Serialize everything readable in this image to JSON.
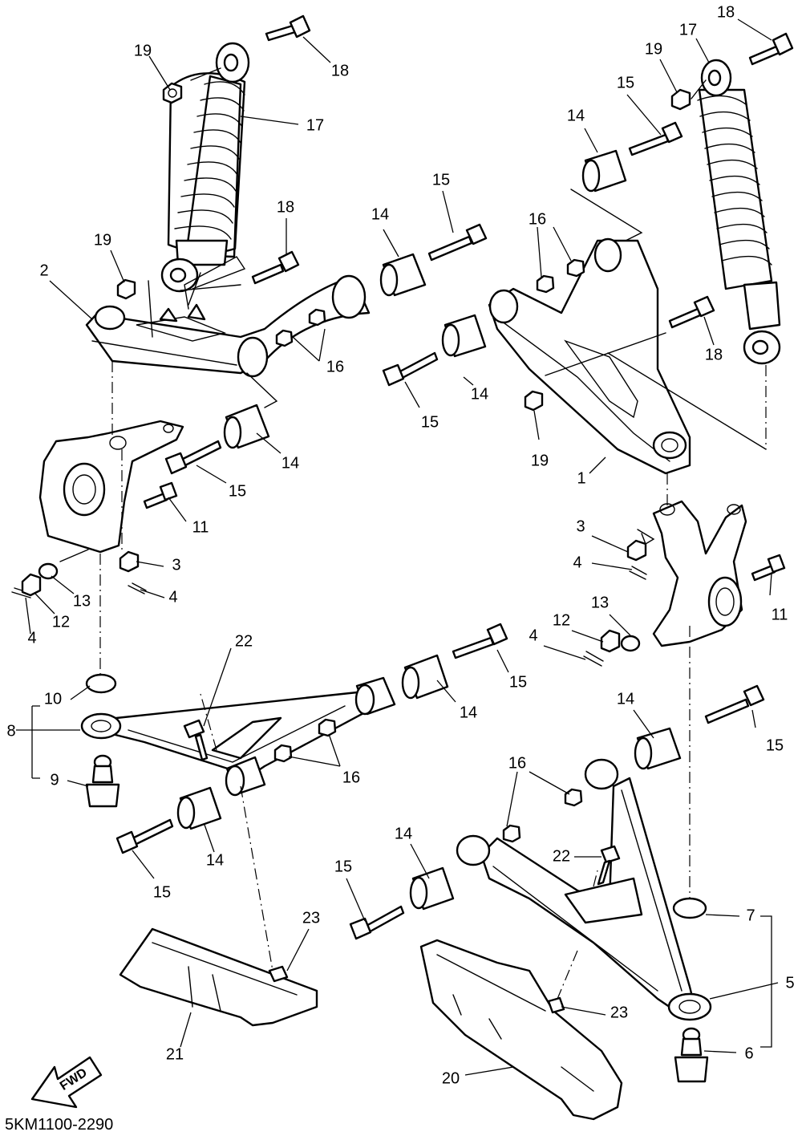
{
  "diagram_code": "5KM1100-2290",
  "fwd_label": "FWD",
  "callouts": [
    {
      "id": "c19a",
      "text": "19"
    },
    {
      "id": "c18a",
      "text": "18"
    },
    {
      "id": "c17a",
      "text": "17"
    },
    {
      "id": "c18b",
      "text": "18"
    },
    {
      "id": "c19b",
      "text": "19"
    },
    {
      "id": "c2",
      "text": "2"
    },
    {
      "id": "c14a",
      "text": "14"
    },
    {
      "id": "c15a",
      "text": "15"
    },
    {
      "id": "c16a",
      "text": "16"
    },
    {
      "id": "c14b",
      "text": "14"
    },
    {
      "id": "c15b",
      "text": "15"
    },
    {
      "id": "c11a",
      "text": "11"
    },
    {
      "id": "c3a",
      "text": "3"
    },
    {
      "id": "c4a",
      "text": "4"
    },
    {
      "id": "c13a",
      "text": "13"
    },
    {
      "id": "c12a",
      "text": "12"
    },
    {
      "id": "c4b",
      "text": "4"
    },
    {
      "id": "c22a",
      "text": "22"
    },
    {
      "id": "c10",
      "text": "10"
    },
    {
      "id": "c8",
      "text": "8"
    },
    {
      "id": "c9",
      "text": "9"
    },
    {
      "id": "c15c",
      "text": "15"
    },
    {
      "id": "c14c",
      "text": "14"
    },
    {
      "id": "c16b",
      "text": "16"
    },
    {
      "id": "c14d",
      "text": "14"
    },
    {
      "id": "c15d",
      "text": "15"
    },
    {
      "id": "c23a",
      "text": "23"
    },
    {
      "id": "c21",
      "text": "21"
    },
    {
      "id": "c18c",
      "text": "18"
    },
    {
      "id": "c17b",
      "text": "17"
    },
    {
      "id": "c19c",
      "text": "19"
    },
    {
      "id": "c15e",
      "text": "15"
    },
    {
      "id": "c14e",
      "text": "14"
    },
    {
      "id": "c16c",
      "text": "16"
    },
    {
      "id": "c14f",
      "text": "14"
    },
    {
      "id": "c15f",
      "text": "15"
    },
    {
      "id": "c18d",
      "text": "18"
    },
    {
      "id": "c19d",
      "text": "19"
    },
    {
      "id": "c1",
      "text": "1"
    },
    {
      "id": "c3b",
      "text": "3"
    },
    {
      "id": "c4c",
      "text": "4"
    },
    {
      "id": "c13b",
      "text": "13"
    },
    {
      "id": "c12b",
      "text": "12"
    },
    {
      "id": "c4d",
      "text": "4"
    },
    {
      "id": "c11b",
      "text": "11"
    },
    {
      "id": "c14g",
      "text": "14"
    },
    {
      "id": "c15g",
      "text": "15"
    },
    {
      "id": "c16d",
      "text": "16"
    },
    {
      "id": "c14h",
      "text": "14"
    },
    {
      "id": "c15h",
      "text": "15"
    },
    {
      "id": "c22b",
      "text": "22"
    },
    {
      "id": "c7",
      "text": "7"
    },
    {
      "id": "c5",
      "text": "5"
    },
    {
      "id": "c23b",
      "text": "23"
    },
    {
      "id": "c6",
      "text": "6"
    },
    {
      "id": "c20",
      "text": "20"
    }
  ]
}
